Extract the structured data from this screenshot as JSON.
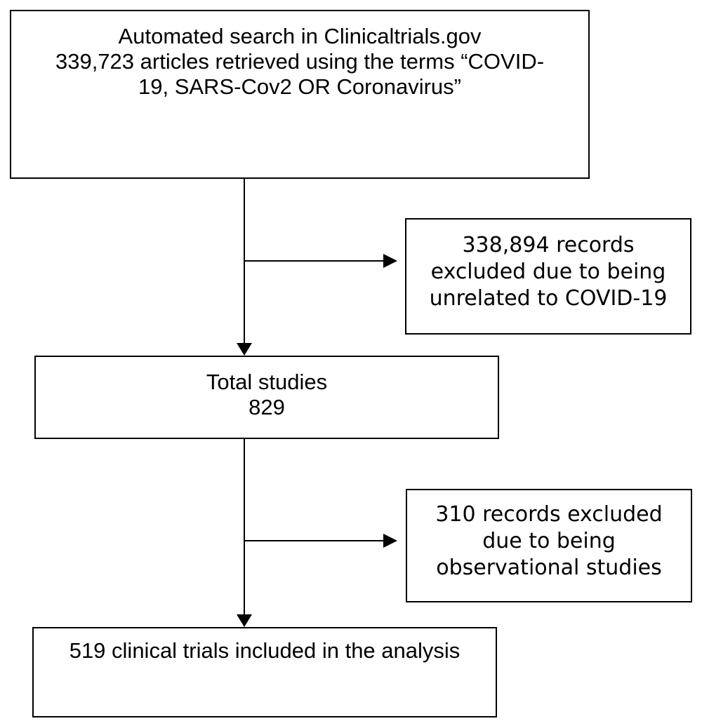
{
  "flow": {
    "search": {
      "lines": [
        "Automated search in Clinicaltrials.gov",
        "339,723 articles retrieved using the terms “COVID-",
        "19, SARS-Cov2 OR Coronavirus”"
      ]
    },
    "exclusion_1": {
      "lines": [
        "338,894 records",
        "excluded due to being",
        "unrelated to COVID-19"
      ]
    },
    "total": {
      "lines": [
        "Total studies",
        "829"
      ]
    },
    "exclusion_2": {
      "lines": [
        "310 records excluded",
        "due to being",
        "observational studies"
      ]
    },
    "final": {
      "lines": [
        "519 clinical trials included in the analysis"
      ]
    }
  },
  "style": {
    "stroke": "#000000",
    "background": "#ffffff"
  }
}
